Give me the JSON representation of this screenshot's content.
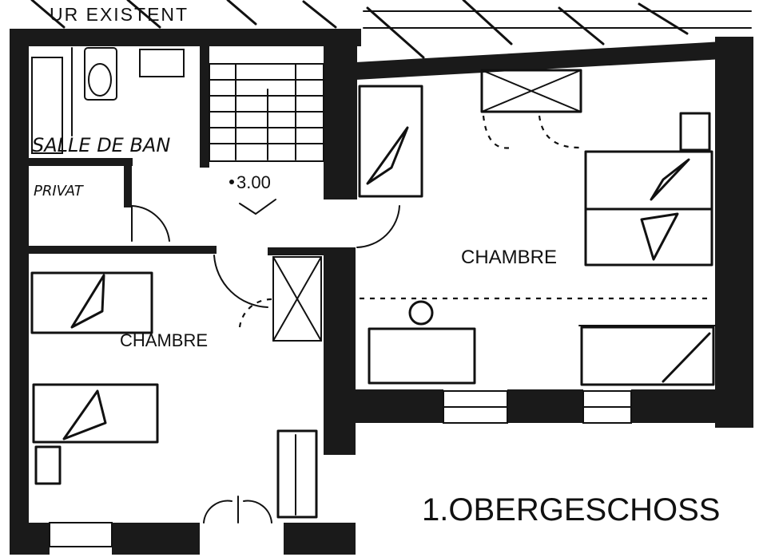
{
  "labels": {
    "existing_wall": "UR EXISTENT",
    "bathroom": "SALLE DE BAN",
    "wc": "PRIVAT",
    "height": "3.00",
    "bedroom_right": "CHAMBRE",
    "bedroom_left": "CHAMBRE",
    "floor_name": "1.OBERGESCHOSS"
  },
  "colors": {
    "wall": "#1a1a1a",
    "line": "#111111",
    "background": "#ffffff"
  }
}
